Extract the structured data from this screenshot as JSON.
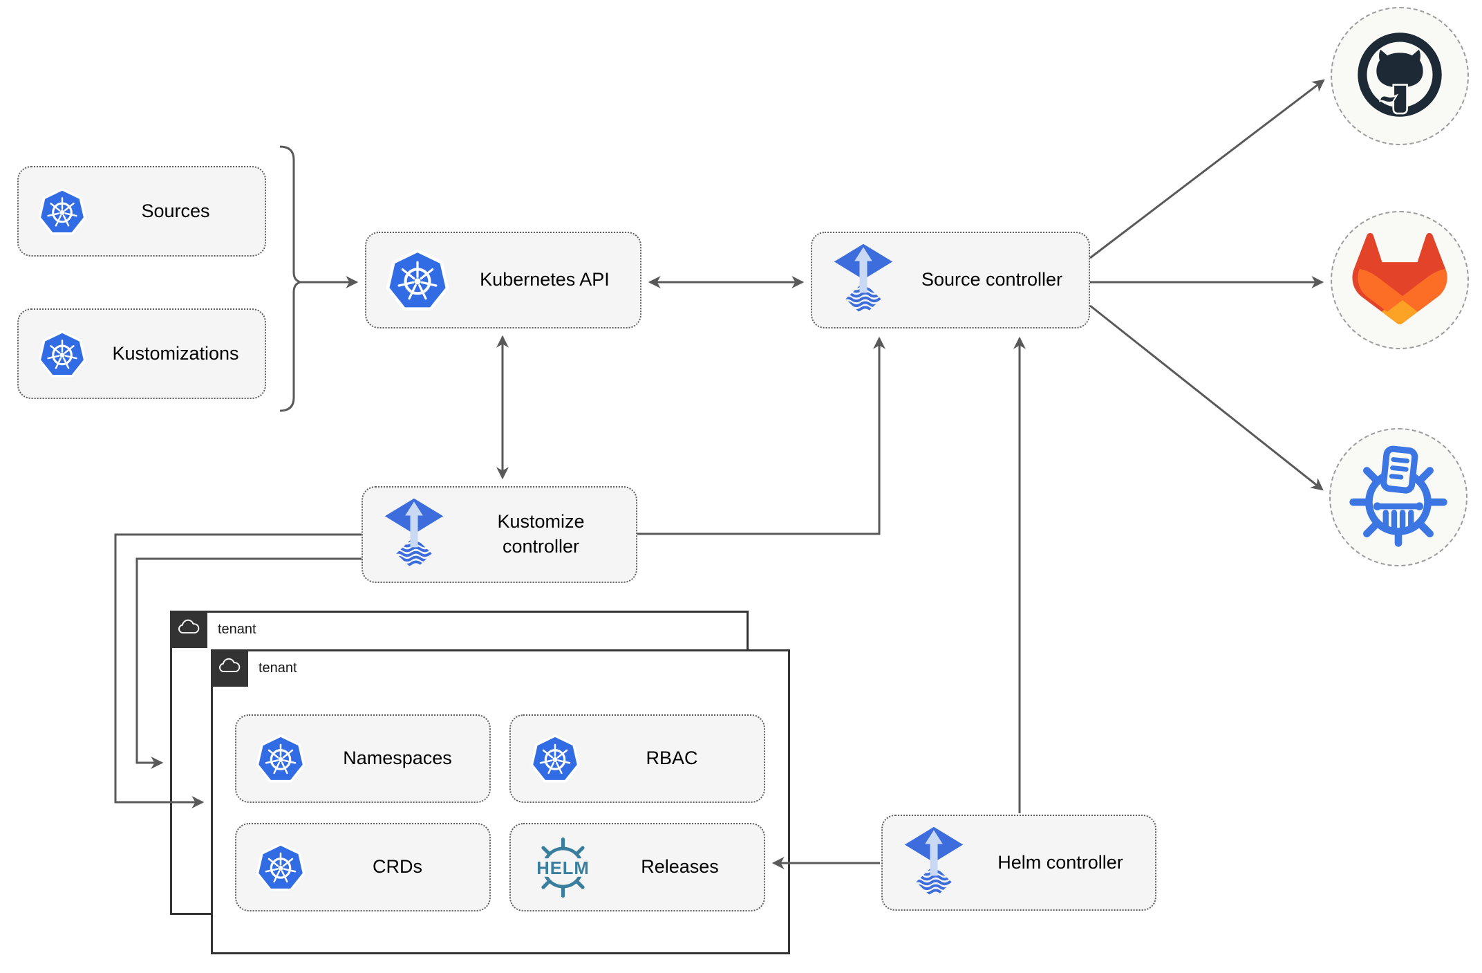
{
  "nodes": {
    "sources": "Sources",
    "kustomizations": "Kustomizations",
    "kubernetes_api": "Kubernetes API",
    "source_controller": "Source controller",
    "kustomize_controller": "Kustomize controller",
    "helm_controller": "Helm controller",
    "namespaces": "Namespaces",
    "rbac": "RBAC",
    "crds": "CRDs",
    "releases": "Releases"
  },
  "tenants": {
    "back": "tenant",
    "front": "tenant"
  },
  "helm_badge": "HELM",
  "endpoints": [
    {
      "icon": "github-icon"
    },
    {
      "icon": "gitlab-icon"
    },
    {
      "icon": "chartmuseum-icon"
    }
  ],
  "colors": {
    "kubernetes_blue": "#326ce5",
    "flux_blue": "#3d6ddd",
    "flux_arrow_light": "#c9d9f4",
    "helm_teal": "#3a7e9e",
    "github_dark": "#1d2935",
    "gitlab_red": "#e24329",
    "gitlab_orange": "#fc6d26",
    "gitlab_amber": "#fca326",
    "chartmuseum_blue": "#3b76e3",
    "line_gray": "#595959",
    "node_fill": "#f5f5f5",
    "node_border": "#5e5e5e",
    "tenant_dark": "#333333"
  }
}
